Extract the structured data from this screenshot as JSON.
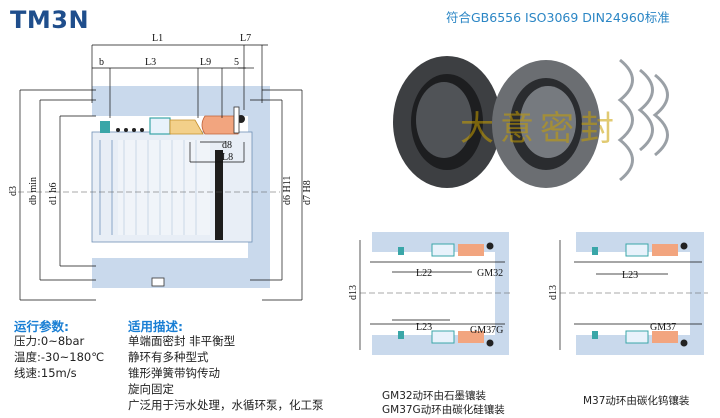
{
  "header": {
    "model": "TM3N",
    "standard": "符合GB6556 ISO3069 DIN24960标准"
  },
  "main_drawing_labels": {
    "L1": "L1",
    "L7": "L7",
    "b": "b",
    "L3": "L3",
    "L9": "L9",
    "five": "5",
    "d8": "d8",
    "L8": "L8",
    "d3": "d3",
    "db_min": "db min",
    "d1_h6": "d1 h6",
    "d6_H11": "d6 H11",
    "d7_H8": "d7 H8"
  },
  "small_drawing_labels": {
    "left_d13": "d13",
    "L22": "L22",
    "GM32": "GM32",
    "L23_left": "L23",
    "GM37G": "GM37G",
    "right_d13": "d13",
    "L23_right": "L23",
    "GM37": "GM37"
  },
  "watermark": "大意密封",
  "operating_params": {
    "heading": "运行参数:",
    "lines": [
      "压力:0~8bar",
      "温度:-30~180℃",
      "线速:15m/s"
    ]
  },
  "applications": {
    "heading": "适用描述:",
    "lines": [
      "单端面密封  非平衡型",
      "静环有多种型式",
      "锥形弹簧带钩传动",
      "旋向固定",
      "广泛用于污水处理，水循环泵，化工泵"
    ]
  },
  "captions": {
    "gm32": "GM32动环由石墨镶装",
    "gm37g": "GM37G动环由碳化硅镶装",
    "m37": "M37动环由碳化钨镶装"
  },
  "colors": {
    "brand_blue": "#1f4e8c",
    "accent_blue": "#1a7fd4",
    "standard_blue": "#2b86c5",
    "housing_blue": "#c9d9ec",
    "seal_orange": "#f2a57f",
    "seal_yellow": "#f3d08a",
    "spring_teal": "#3aa6a8"
  }
}
